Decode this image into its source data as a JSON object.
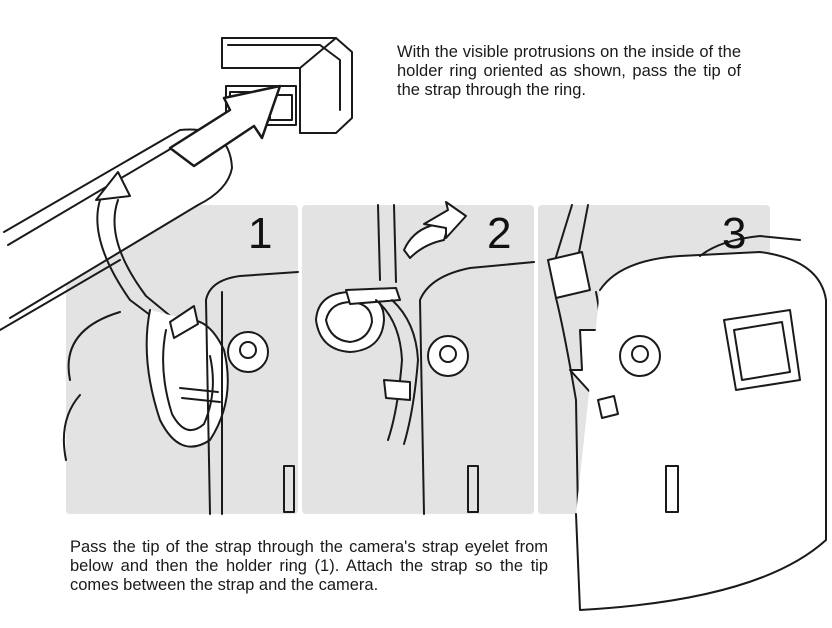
{
  "steps": [
    {
      "number": "1"
    },
    {
      "number": "2"
    },
    {
      "number": "3"
    }
  ],
  "captions": {
    "top": "With the visible protrusions on the inside of the holder ring oriented as shown, pass the tip of the strap through the ring.",
    "bottom": "Pass the tip of the strap through the camera's strap eyelet from below and then the holder ring (1). Attach the strap so the tip comes between the strap and the camera."
  },
  "colors": {
    "panel_background": "#e3e3e3",
    "line_art": "#1a1a1a",
    "fill": "#ffffff"
  }
}
